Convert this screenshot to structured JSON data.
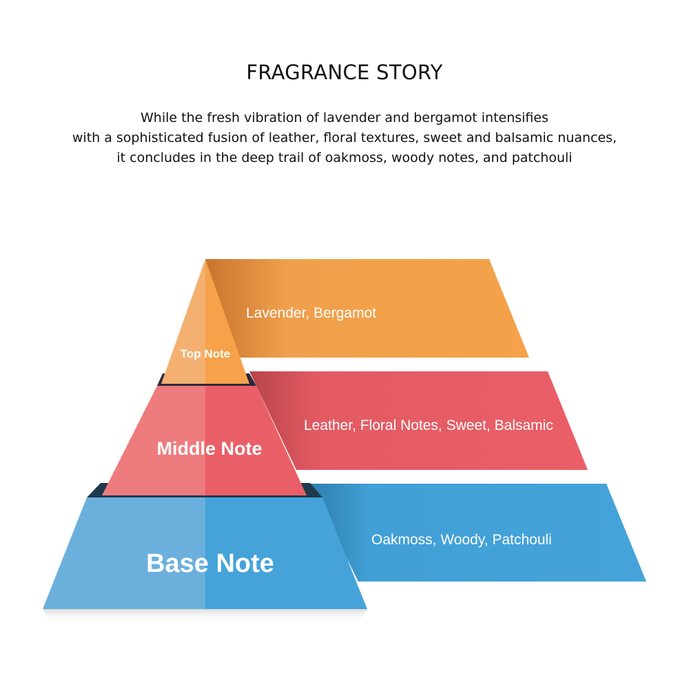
{
  "title": "FRAGRANCE STORY",
  "description_lines": [
    "While the fresh vibration of lavender and bergamot intensifies",
    "with a sophisticated fusion of leather, floral textures, sweet and balsamic nuances,",
    "it concludes in the deep trail of oakmoss, woody notes, and patchouli"
  ],
  "tiers": [
    {
      "label": "Top Note",
      "notes": "Lavender, Bergamot",
      "color": "#F5A24A"
    },
    {
      "label": "Middle Note",
      "notes": "Leather, Floral Notes, Sweet, Balsamic",
      "color": "#E95E66"
    },
    {
      "label": "Base Note",
      "notes": "Oakmoss, Woody, Patchouli",
      "color": "#45A3D9"
    }
  ]
}
